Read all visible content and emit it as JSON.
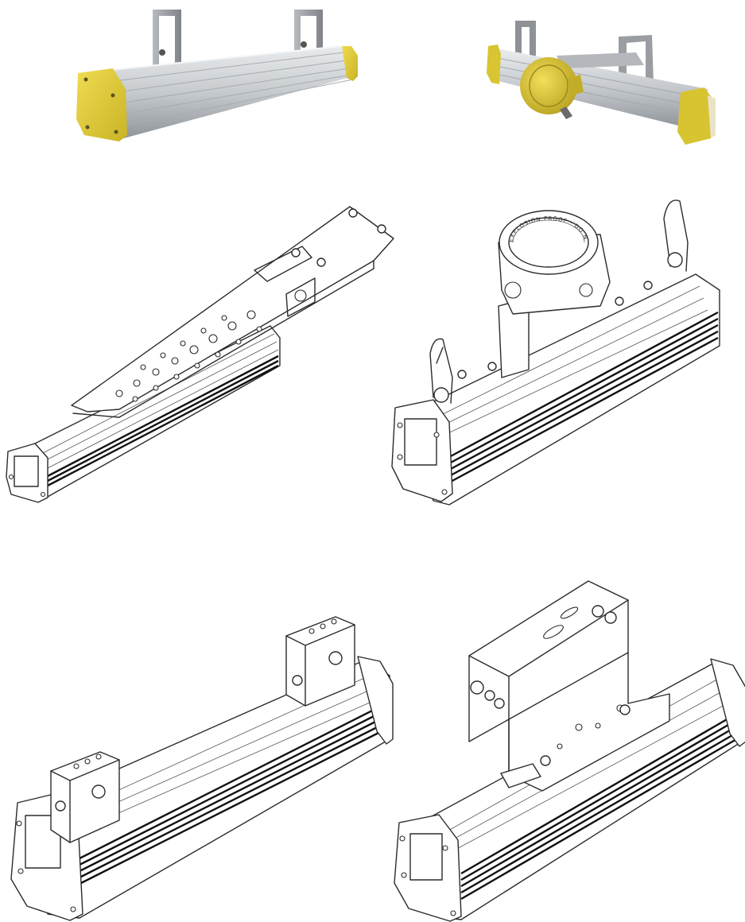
{
  "figures": [
    {
      "id": "fixture-yellow-caps-two-brackets",
      "style": "rendered"
    },
    {
      "id": "fixture-yellow-junction-box",
      "style": "rendered"
    },
    {
      "id": "fixture-line-plate-bracket",
      "style": "line-drawing"
    },
    {
      "id": "fixture-line-junction-box-hooks",
      "style": "line-drawing"
    },
    {
      "id": "fixture-line-two-brackets",
      "style": "line-drawing"
    },
    {
      "id": "fixture-line-u-bracket",
      "style": "line-drawing"
    }
  ],
  "colors": {
    "background": "#ffffff",
    "aluminum": "#c9cdd1",
    "aluminum_dark": "#8c9196",
    "end_cap_yellow": "#e3cf3a",
    "bracket_gray": "#8e9297",
    "line": "#2b2b2b"
  },
  "junction_box_ring_text": "EXPLOSION PROOF · DO NOT OPEN WHEN ENERGIZED ·"
}
